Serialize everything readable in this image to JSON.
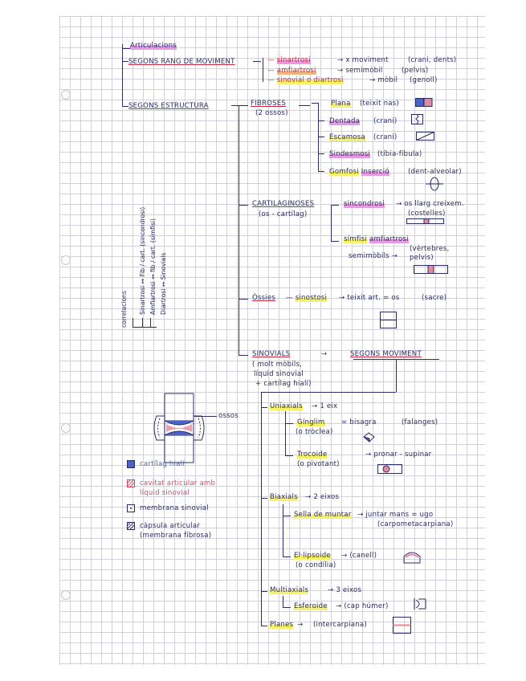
{
  "title": "Articulacions",
  "by_movement": {
    "heading": "SEGONS RANG DE MOVIMENT",
    "items": [
      {
        "name": "sinartrosi",
        "desc": "→ x moviment",
        "example": "(crani, dents)"
      },
      {
        "name": "amfiartrosi",
        "desc": "→ semimòbil",
        "example": "(pelvis)"
      },
      {
        "name": "sinovial o diartrosi",
        "desc": "→ mòbil",
        "example": "(genoll)"
      }
    ]
  },
  "by_structure": {
    "heading": "SEGONS ESTRUCTURA",
    "fibroses": {
      "label": "FIBROSES",
      "sub": "(2 ossos)",
      "items": [
        {
          "name": "Plana",
          "example": "(teixit nas)"
        },
        {
          "name": "Dentada",
          "example": "(crani)"
        },
        {
          "name": "Escamosa",
          "example": "(crani)"
        },
        {
          "name": "Sindesmosi",
          "example": "(tíbia-fíbula)"
        },
        {
          "name": "Gomfosi",
          "extra": "Inserció",
          "example": "(dent-alveolar)"
        }
      ]
    },
    "cartilaginoses": {
      "label": "CARTILAGINOSES",
      "sub": "(os - cartílag)",
      "items": [
        {
          "name": "sincondrosi",
          "desc": "→ os llarg creixem.",
          "example": "(costelles)"
        },
        {
          "name": "símfisi",
          "extra": "amfiartrosi",
          "desc": "semimòbils →",
          "example": "(vèrtebres, pelvis)"
        }
      ]
    },
    "ossies": {
      "label": "Òssies",
      "name": "sinostosi",
      "desc": "→ teixit art. = os",
      "example": "(sacre)"
    },
    "sinovials": {
      "label": "SINOVIALS",
      "sub1": "( molt mòbils,",
      "sub2": "líquid sinovial",
      "sub3": "+ cartílag hialí)",
      "arrow_label": "SEGONS MOVIMENT",
      "groups": [
        {
          "label": "Uniaxials",
          "axes": "→ 1 eix",
          "items": [
            {
              "name": "Gínglim",
              "alt": "(o tròclea)",
              "desc": "= bisagra",
              "example": "(falanges)"
            },
            {
              "name": "Trocoide",
              "alt": "(o pivotant)",
              "desc": "→ pronar - supinar",
              "example": ""
            }
          ]
        },
        {
          "label": "Biaxials",
          "axes": "→ 2 eixos",
          "items": [
            {
              "name": "Sella de muntar",
              "desc": "→ juntar mans = ugo",
              "example": "(carpometacarpiana)"
            },
            {
              "name": "El·lipsoide",
              "alt": "(o condília)",
              "desc": "→ (canell)",
              "example": ""
            }
          ]
        },
        {
          "label": "Multiaxials",
          "axes": "→ 3 eixos",
          "items": [
            {
              "name": "Esferoide",
              "desc": "→ (cap húmer)",
              "example": ""
            }
          ]
        },
        {
          "label": "Planes",
          "axes": "→",
          "items": [
            {
              "name": "",
              "desc": "(intercarpiana)",
              "example": ""
            }
          ]
        }
      ]
    }
  },
  "vertical_note": {
    "title": "correlacions",
    "lines": [
      "Sinartrosi ↔ Fib / cart. (sincondrosi)",
      "Amfiartrosi ↔ fib / cart. (símfisi)",
      "Diartrosi ↔ Sinovials"
    ]
  },
  "joint_diagram": {
    "bone_label": "ossos"
  },
  "legend": [
    {
      "label": "cartílag hialí",
      "color": "#4a63c7"
    },
    {
      "label": "cavitat articular amb líquid sinovial",
      "color": "#d64a6b"
    },
    {
      "label": "membrana sinovial",
      "color": "#2c2c63"
    },
    {
      "label": "càpsula articular (membrana fibrosa)",
      "color": "#2c2c63"
    }
  ]
}
